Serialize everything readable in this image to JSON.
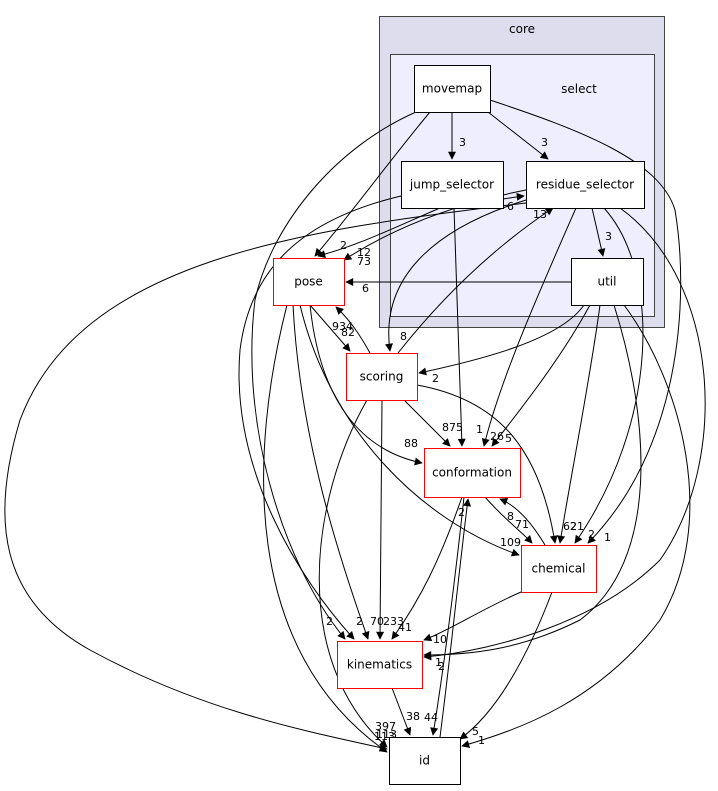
{
  "clusters": [
    {
      "id": "core",
      "label": "core",
      "fill": "#dddded",
      "stroke": "#444444"
    },
    {
      "id": "select",
      "label": "select",
      "fill": "#eeeefe",
      "stroke": "#444444"
    }
  ],
  "nodes": [
    {
      "id": "movemap",
      "label": "movemap",
      "border": "#000000"
    },
    {
      "id": "jump_selector",
      "label": "jump_selector",
      "border": "#000000"
    },
    {
      "id": "residue_selector",
      "label": "residue_selector",
      "border": "#000000"
    },
    {
      "id": "util",
      "label": "util",
      "border": "#000000"
    },
    {
      "id": "pose",
      "label": "pose",
      "border": "#ff0000"
    },
    {
      "id": "scoring",
      "label": "scoring",
      "border": "#ff0000"
    },
    {
      "id": "conformation",
      "label": "conformation",
      "border": "#ff0000"
    },
    {
      "id": "chemical",
      "label": "chemical",
      "border": "#ff0000"
    },
    {
      "id": "kinematics",
      "label": "kinematics",
      "border": "#ff0000"
    },
    {
      "id": "id",
      "label": "id",
      "border": "#000000"
    }
  ],
  "edges": [
    {
      "from": "movemap",
      "to": "jump_selector",
      "label": "3"
    },
    {
      "from": "movemap",
      "to": "residue_selector",
      "label": "3"
    },
    {
      "from": "movemap",
      "to": "pose",
      "label": "2"
    },
    {
      "from": "movemap",
      "to": "kinematics",
      "label": "2"
    },
    {
      "from": "movemap",
      "to": "chemical",
      "label": "1"
    },
    {
      "from": "jump_selector",
      "to": "residue_selector",
      "label": "6"
    },
    {
      "from": "jump_selector",
      "to": "pose",
      "label": "12"
    },
    {
      "from": "jump_selector",
      "to": "conformation",
      "label": "1"
    },
    {
      "from": "jump_selector",
      "to": "kinematics",
      "label": "2"
    },
    {
      "from": "residue_selector",
      "to": "pose",
      "label": "73"
    },
    {
      "from": "residue_selector",
      "to": "util",
      "label": "3"
    },
    {
      "from": "residue_selector",
      "to": "scoring",
      "label": "8"
    },
    {
      "from": "residue_selector",
      "to": "conformation",
      "label": "26"
    },
    {
      "from": "residue_selector",
      "to": "chemical",
      "label": "2"
    },
    {
      "from": "residue_selector",
      "to": "kinematics",
      "label": "2"
    },
    {
      "from": "residue_selector",
      "to": "id",
      "label": "113"
    },
    {
      "from": "util",
      "to": "pose",
      "label": "6"
    },
    {
      "from": "util",
      "to": "scoring",
      "label": "2"
    },
    {
      "from": "util",
      "to": "conformation",
      "label": "5"
    },
    {
      "from": "util",
      "to": "chemical",
      "label": "21"
    },
    {
      "from": "util",
      "to": "kinematics",
      "label": "1"
    },
    {
      "from": "util",
      "to": "id",
      "label": "1"
    },
    {
      "from": "pose",
      "to": "scoring",
      "label": "82"
    },
    {
      "from": "pose",
      "to": "conformation",
      "label": "88"
    },
    {
      "from": "pose",
      "to": "chemical",
      "label": "109"
    },
    {
      "from": "pose",
      "to": "kinematics",
      "label": "70"
    },
    {
      "from": "pose",
      "to": "id",
      "label": "397"
    },
    {
      "from": "scoring",
      "to": "pose",
      "label": "934"
    },
    {
      "from": "scoring",
      "to": "residue_selector",
      "label": "13"
    },
    {
      "from": "scoring",
      "to": "conformation",
      "label": "875"
    },
    {
      "from": "scoring",
      "to": "chemical",
      "label": "62"
    },
    {
      "from": "scoring",
      "to": "kinematics",
      "label": "233"
    },
    {
      "from": "scoring",
      "to": "id",
      "label": "113"
    },
    {
      "from": "conformation",
      "to": "chemical",
      "label": "71"
    },
    {
      "from": "conformation",
      "to": "kinematics",
      "label": "41"
    },
    {
      "from": "conformation",
      "to": "id",
      "label": "44"
    },
    {
      "from": "chemical",
      "to": "conformation",
      "label": "8"
    },
    {
      "from": "chemical",
      "to": "kinematics",
      "label": "10"
    },
    {
      "from": "chemical",
      "to": "id",
      "label": "5"
    },
    {
      "from": "kinematics",
      "to": "id",
      "label": "38"
    },
    {
      "from": "id",
      "to": "conformation",
      "label": "2"
    }
  ]
}
